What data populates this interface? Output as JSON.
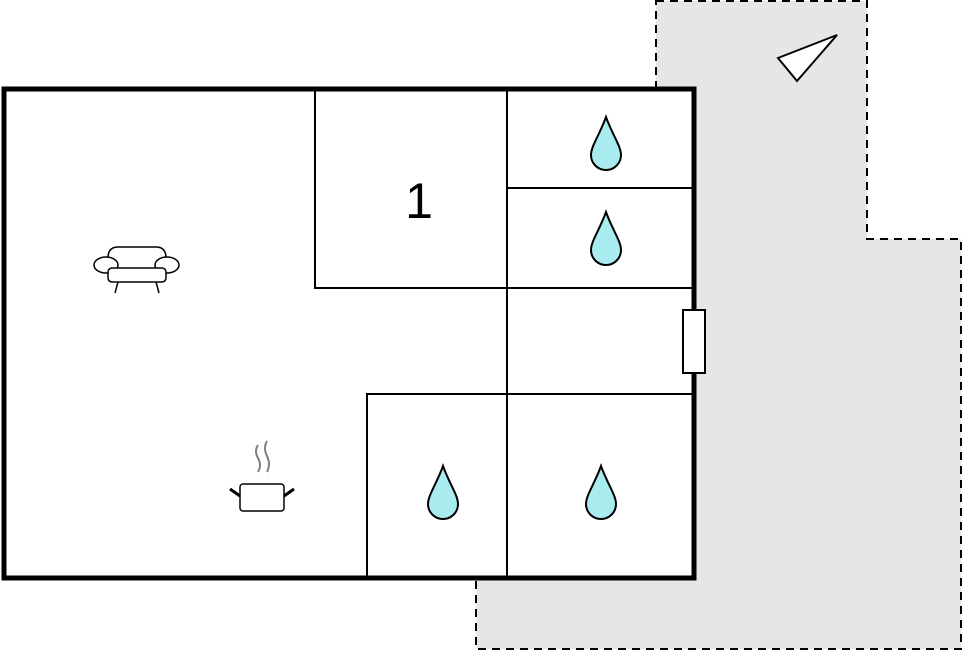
{
  "floorplan": {
    "rooms": [
      {
        "id": "living-area",
        "icon": "sofa-icon"
      },
      {
        "id": "bedroom",
        "label": "1"
      },
      {
        "id": "bathroom-top",
        "icon": "water-drop-icon"
      },
      {
        "id": "bathroom-second",
        "icon": "water-drop-icon"
      },
      {
        "id": "hallway",
        "icon": "door-icon"
      },
      {
        "id": "bathroom-bottom-left",
        "icon": "water-drop-icon"
      },
      {
        "id": "bathroom-bottom-right",
        "icon": "water-drop-icon"
      },
      {
        "id": "kitchen-area",
        "icon": "cooking-pot-icon"
      }
    ],
    "outdoor_area": {
      "icon": "compass-arrow-icon"
    }
  },
  "colors": {
    "wall": "#000000",
    "terrace_fill": "#e6e6e6",
    "water": "#a8ecf0",
    "steam": "#808080"
  }
}
